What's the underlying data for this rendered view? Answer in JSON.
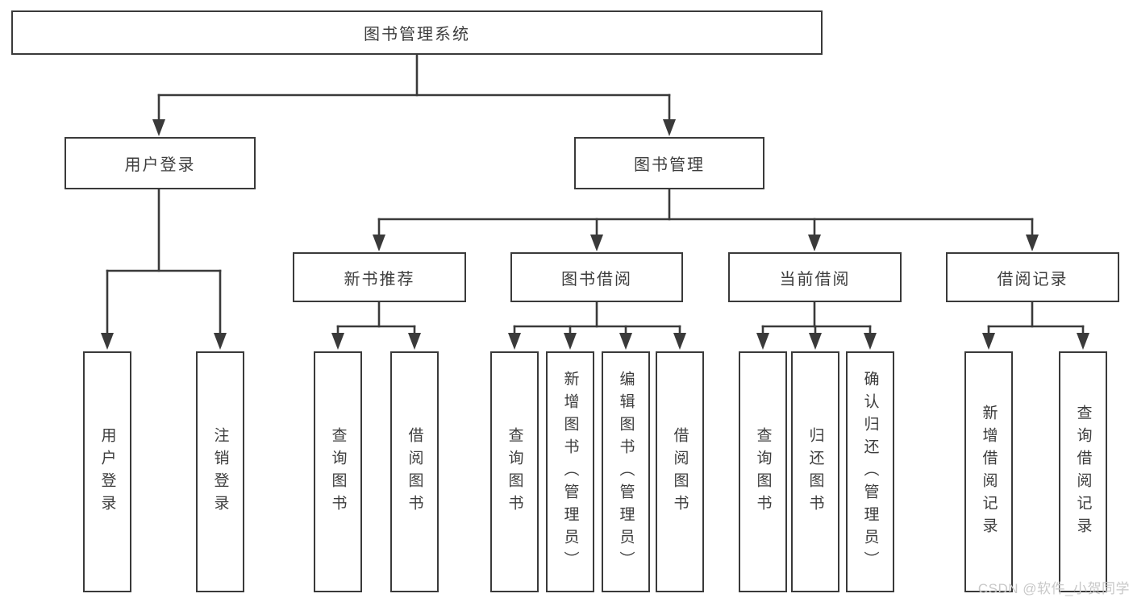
{
  "diagram": {
    "root": {
      "label": "图书管理系统"
    },
    "branches": [
      {
        "label": "用户登录",
        "children": [
          {
            "label": "用户登录"
          },
          {
            "label": "注销登录"
          }
        ]
      },
      {
        "label": "图书管理",
        "children": [
          {
            "label": "新书推荐",
            "children": [
              {
                "label": "查询图书"
              },
              {
                "label": "借阅图书"
              }
            ]
          },
          {
            "label": "图书借阅",
            "children": [
              {
                "label": "查询图书"
              },
              {
                "label": "新增图书（管理员）"
              },
              {
                "label": "编辑图书（管理员）"
              },
              {
                "label": "借阅图书"
              }
            ]
          },
          {
            "label": "当前借阅",
            "children": [
              {
                "label": "查询图书"
              },
              {
                "label": "归还图书"
              },
              {
                "label": "确认归还（管理员）"
              }
            ]
          },
          {
            "label": "借阅记录",
            "children": [
              {
                "label": "新增借阅记录"
              },
              {
                "label": "查询借阅记录"
              }
            ]
          }
        ]
      }
    ],
    "watermark": "CSDN @软件_小贺同学",
    "colors": {
      "line": "#3a3a3a",
      "text": "#3d3d3d",
      "box_background": "#ffffff",
      "watermark": "#c8c8c8"
    }
  }
}
